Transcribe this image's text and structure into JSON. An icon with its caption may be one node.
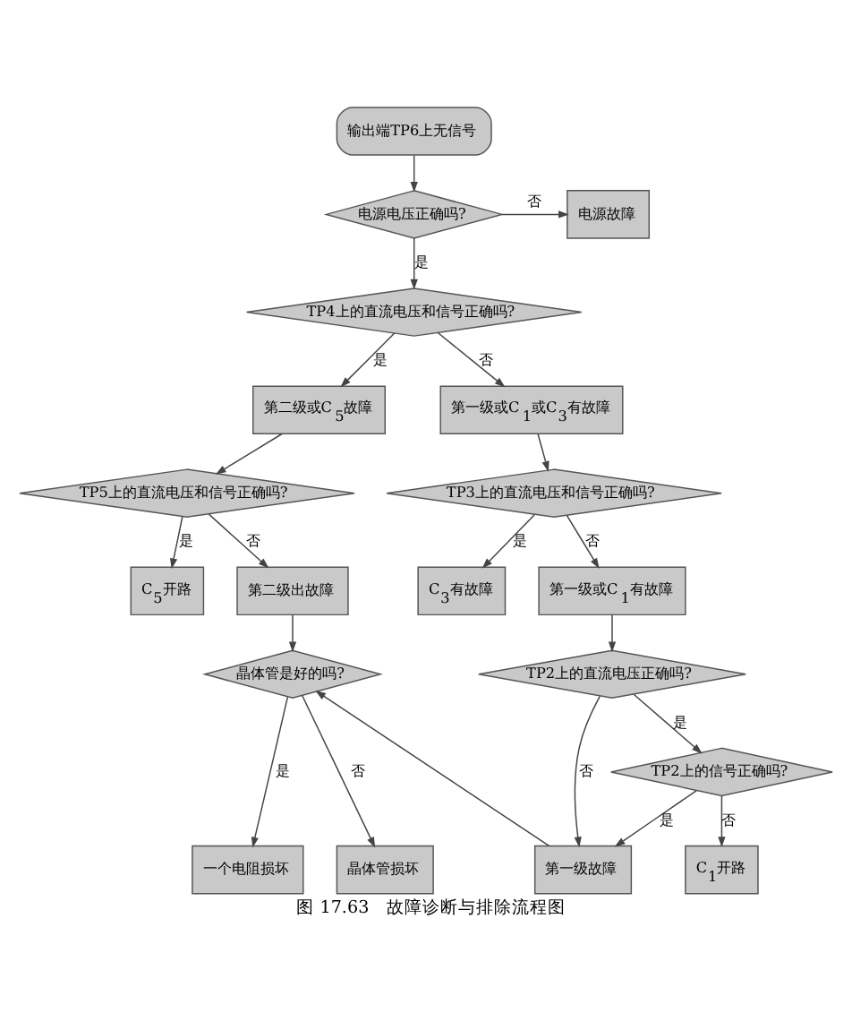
{
  "diagram": {
    "caption": "图 17.63　故障诊断与排除流程图",
    "nodes": [
      {
        "text": [
          "输出端TP6上无信号"
        ]
      },
      {
        "text": [
          "电源电压正确吗?"
        ]
      },
      {
        "text": [
          "电源故障"
        ]
      },
      {
        "text": [
          "TP4上的直流电压和信号正确吗?"
        ]
      },
      {
        "text": [
          "第二级或C$_{5}$故障"
        ]
      },
      {
        "text": [
          "第一级或C$_{1}$或C$_{3}$有故障"
        ]
      },
      {
        "text": [
          "TP5上的直流电压和信号正确吗?"
        ]
      },
      {
        "text": [
          "C$_{5}$开路"
        ]
      },
      {
        "text": [
          "TP3上的直流电压和信号正确吗?"
        ]
      },
      {
        "text": [
          "C$_{3}$有故障"
        ]
      },
      {
        "text": [
          "第二级出故障"
        ]
      },
      {
        "text": [
          "第一级或C$_{1}$有故障"
        ]
      },
      {
        "text": [
          "晶体管是好的吗?"
        ]
      },
      {
        "text": [
          "TP2上的直流电压正确吗?"
        ]
      },
      {
        "text": [
          "晶体管损坏"
        ]
      },
      {
        "text": [
          "一个电阻损坏"
        ]
      },
      {
        "text": [
          "TP2上的信号正确吗?"
        ]
      },
      {
        "text": [
          "C$_{1}$开路"
        ]
      },
      {
        "text": [
          "第一级故障"
        ]
      }
    ],
    "edges": [
      {
        "from": 0,
        "to": 1,
        "arrow": "to"
      },
      {
        "from": 1,
        "to": 2,
        "arrow": "to",
        "label": "否"
      },
      {
        "from": 1,
        "to": 3,
        "arrow": "to",
        "label": "是"
      },
      {
        "from": 3,
        "to": 4,
        "arrow": "to",
        "label": "是"
      },
      {
        "from": 3,
        "to": 5,
        "arrow": "to",
        "label": "否"
      },
      {
        "from": 4,
        "to": 6,
        "arrow": "to"
      },
      {
        "from": 5,
        "to": 8,
        "arrow": "to"
      },
      {
        "from": 6,
        "to": 7,
        "arrow": "to",
        "label": "是"
      },
      {
        "from": 6,
        "to": 10,
        "arrow": "to",
        "label": "否"
      },
      {
        "from": 8,
        "to": 9,
        "arrow": "to",
        "label": "是"
      },
      {
        "from": 8,
        "to": 11,
        "arrow": "to",
        "label": "否"
      },
      {
        "from": 10,
        "to": 12,
        "arrow": "to"
      },
      {
        "from": 11,
        "to": 13,
        "arrow": "to"
      },
      {
        "from": 13,
        "to": 18,
        "arrow": "to",
        "label": "否"
      },
      {
        "from": 13,
        "to": 16,
        "arrow": "to",
        "label": "是"
      },
      {
        "from": 12,
        "to": 14,
        "arrow": "to",
        "label": "否"
      },
      {
        "from": 12,
        "to": 15,
        "arrow": "to",
        "label": "是"
      },
      {
        "from": 16,
        "to": 17,
        "arrow": "to",
        "label": "否"
      },
      {
        "from": 16,
        "to": 18,
        "arrow": "to",
        "label": "是"
      },
      {
        "from": 18,
        "to": 12,
        "arrow": "to"
      }
    ]
  }
}
